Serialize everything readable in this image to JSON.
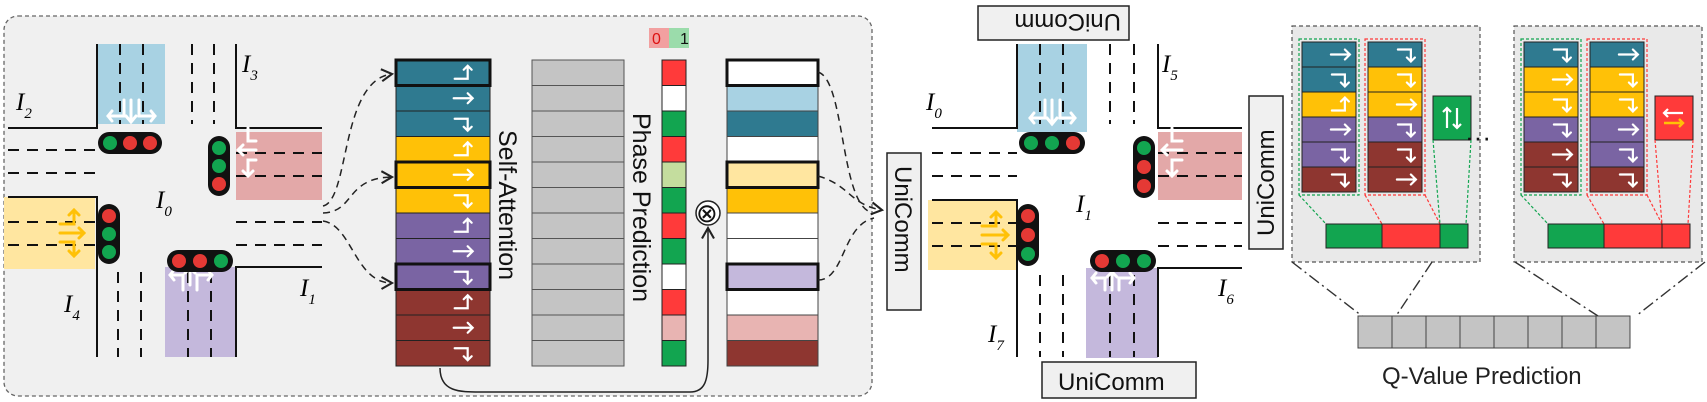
{
  "colors": {
    "teal": "#2f7a90",
    "lightblue": "#a8d2e3",
    "yellow": "#ffc107",
    "paleyellow": "#ffe6a0",
    "purple": "#7a64a3",
    "palepurple": "#c4b8dc",
    "darkred": "#8e3630",
    "pink": "#e8b4b2",
    "green": "#12a550",
    "red": "#ff3a3a",
    "gray": "#c4c4c4",
    "lightgreen": "#c4dd9e",
    "white": "#ffffff"
  },
  "labels": {
    "self_attention": "Self-Attention",
    "phase_prediction": "Phase Prediction",
    "unicomm": "UniComm",
    "q_value": "Q-Value Prediction",
    "scale_min": "0",
    "scale_max": "1",
    "ellipsis": "···",
    "otimes": "⊗"
  },
  "intersections": {
    "left": [
      {
        "id": "I2",
        "base": "I",
        "sub": "2"
      },
      {
        "id": "I3",
        "base": "I",
        "sub": "3"
      },
      {
        "id": "I0",
        "base": "I",
        "sub": "0"
      },
      {
        "id": "I1",
        "base": "I",
        "sub": "1"
      },
      {
        "id": "I4",
        "base": "I",
        "sub": "4"
      }
    ],
    "right": [
      {
        "id": "I0",
        "base": "I",
        "sub": "0"
      },
      {
        "id": "I5",
        "base": "I",
        "sub": "5"
      },
      {
        "id": "I1",
        "base": "I",
        "sub": "1"
      },
      {
        "id": "I6",
        "base": "I",
        "sub": "6"
      },
      {
        "id": "I7",
        "base": "I",
        "sub": "7"
      }
    ]
  },
  "movement_column": [
    {
      "color": "teal",
      "arrow": "right-turn",
      "highlight": true
    },
    {
      "color": "teal",
      "arrow": "straight",
      "highlight": false
    },
    {
      "color": "teal",
      "arrow": "left-turn",
      "highlight": false
    },
    {
      "color": "yellow",
      "arrow": "right-turn",
      "highlight": false
    },
    {
      "color": "yellow",
      "arrow": "straight",
      "highlight": true
    },
    {
      "color": "yellow",
      "arrow": "left-turn",
      "highlight": false
    },
    {
      "color": "purple",
      "arrow": "right-turn",
      "highlight": false
    },
    {
      "color": "purple",
      "arrow": "straight",
      "highlight": false
    },
    {
      "color": "purple",
      "arrow": "left-turn",
      "highlight": true
    },
    {
      "color": "darkred",
      "arrow": "right-turn",
      "highlight": false
    },
    {
      "color": "darkred",
      "arrow": "straight",
      "highlight": false
    },
    {
      "color": "darkred",
      "arrow": "left-turn",
      "highlight": false
    }
  ],
  "attention_rows": 12,
  "phase_bar": [
    "red",
    "white",
    "green",
    "red",
    "lightgreen",
    "green",
    "red",
    "green",
    "white",
    "red",
    "pink",
    "green"
  ],
  "weighted_column": [
    {
      "color": "white",
      "highlight": true
    },
    {
      "color": "lightblue",
      "highlight": false
    },
    {
      "color": "teal",
      "highlight": false
    },
    {
      "color": "white",
      "highlight": false
    },
    {
      "color": "paleyellow",
      "highlight": true
    },
    {
      "color": "yellow",
      "highlight": false
    },
    {
      "color": "white",
      "highlight": false
    },
    {
      "color": "white",
      "highlight": false
    },
    {
      "color": "palepurple",
      "highlight": true
    },
    {
      "color": "white",
      "highlight": false
    },
    {
      "color": "pink",
      "highlight": false
    },
    {
      "color": "darkred",
      "highlight": false
    }
  ],
  "phase_panels": [
    {
      "colA": [
        {
          "color": "teal",
          "arrow": "straight"
        },
        {
          "color": "teal",
          "arrow": "left-turn"
        },
        {
          "color": "yellow",
          "arrow": "right-turn"
        },
        {
          "color": "purple",
          "arrow": "straight"
        },
        {
          "color": "purple",
          "arrow": "left-turn"
        },
        {
          "color": "darkred",
          "arrow": "left-turn"
        }
      ],
      "colB": [
        {
          "color": "teal",
          "arrow": "left-turn"
        },
        {
          "color": "yellow",
          "arrow": "left-turn"
        },
        {
          "color": "yellow",
          "arrow": "straight"
        },
        {
          "color": "purple",
          "arrow": "left-turn"
        },
        {
          "color": "darkred",
          "arrow": "left-turn"
        },
        {
          "color": "darkred",
          "arrow": "straight"
        }
      ],
      "badge": "green",
      "bar": [
        "green",
        "red",
        "green"
      ]
    },
    {
      "colA": [
        {
          "color": "teal",
          "arrow": "left-turn"
        },
        {
          "color": "yellow",
          "arrow": "straight"
        },
        {
          "color": "yellow",
          "arrow": "left-turn"
        },
        {
          "color": "purple",
          "arrow": "left-turn"
        },
        {
          "color": "darkred",
          "arrow": "straight"
        },
        {
          "color": "darkred",
          "arrow": "left-turn"
        }
      ],
      "colB": [
        {
          "color": "teal",
          "arrow": "straight"
        },
        {
          "color": "yellow",
          "arrow": "left-turn"
        },
        {
          "color": "yellow",
          "arrow": "left-turn"
        },
        {
          "color": "purple",
          "arrow": "straight"
        },
        {
          "color": "purple",
          "arrow": "left-turn"
        },
        {
          "color": "darkred",
          "arrow": "left-turn"
        }
      ],
      "badge": "red",
      "bar": [
        "green",
        "red",
        "red"
      ]
    }
  ],
  "q_cells": 8
}
